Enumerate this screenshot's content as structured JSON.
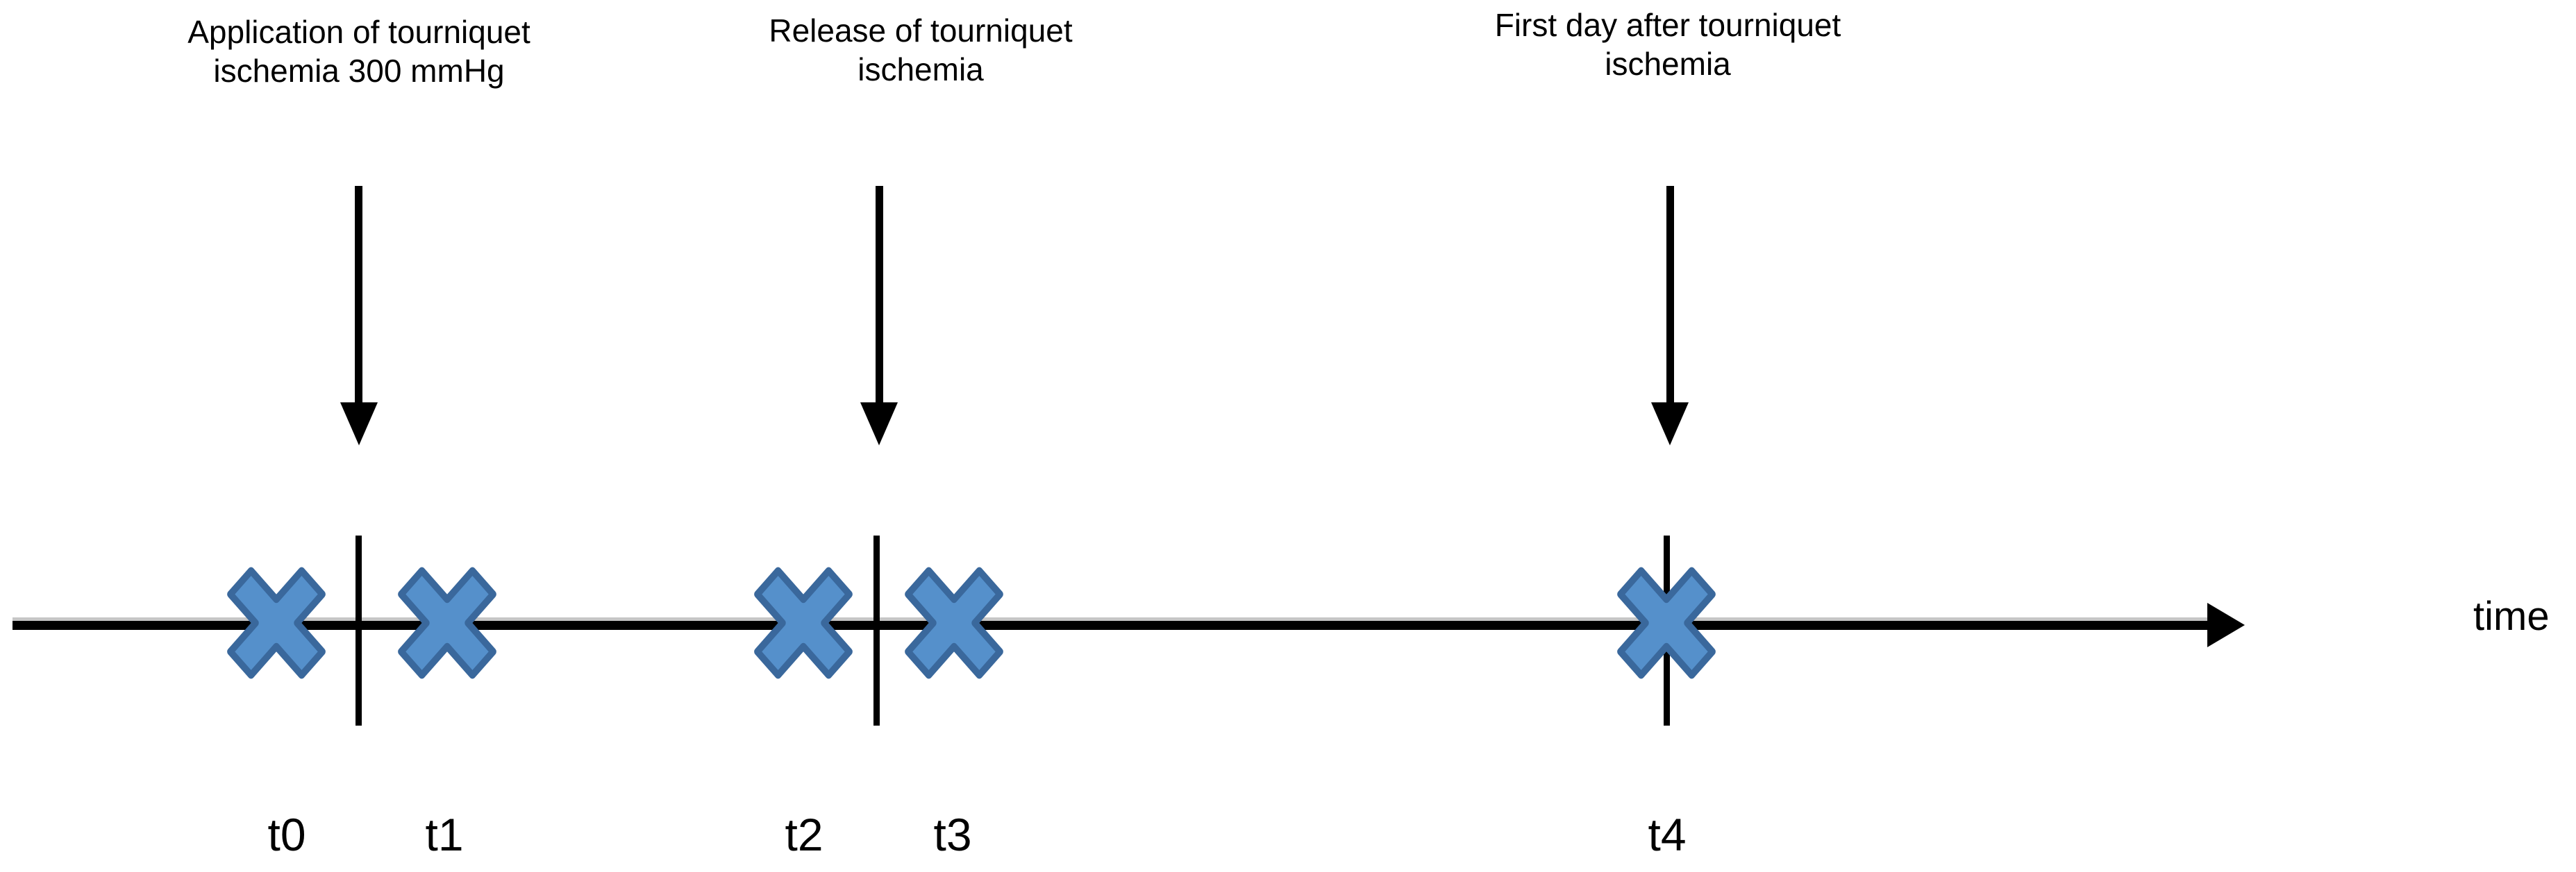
{
  "figure": {
    "type": "timeline-diagram",
    "background": "#ffffff",
    "colors": {
      "marker_fill": "#5590cb",
      "marker_stroke": "#3a689c",
      "line": "#000000",
      "text": "#000000"
    },
    "annotations": [
      {
        "id": "application",
        "line1": "Application of tourniquet",
        "line2": "ischemia 300 mmHg"
      },
      {
        "id": "release",
        "line1": "Release of tourniquet",
        "line2": "ischemia"
      },
      {
        "id": "first_day",
        "line1": "First day after tourniquet",
        "line2": "ischemia"
      }
    ],
    "timepoints": [
      {
        "label": "t0",
        "marker": "X"
      },
      {
        "label": "t1",
        "marker": "X"
      },
      {
        "label": "t2",
        "marker": "X"
      },
      {
        "label": "t3",
        "marker": "X"
      },
      {
        "label": "t4",
        "marker": "X"
      }
    ],
    "axis_label": "time"
  }
}
